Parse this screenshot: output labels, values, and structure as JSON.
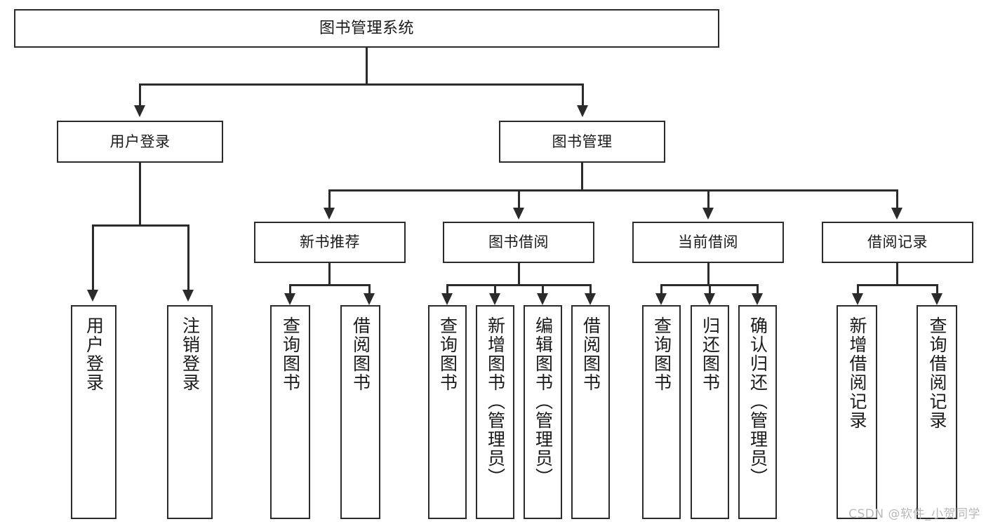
{
  "diagram": {
    "title": "图书管理系统",
    "type": "功能结构图",
    "root": {
      "label": "图书管理系统"
    },
    "level1": [
      {
        "label": "用户登录"
      },
      {
        "label": "图书管理"
      }
    ],
    "level2": [
      {
        "label": "新书推荐"
      },
      {
        "label": "图书借阅"
      },
      {
        "label": "当前借阅"
      },
      {
        "label": "借阅记录"
      }
    ],
    "leaves": {
      "user_login": [
        {
          "label": "用户登录"
        },
        {
          "label": "注销登录"
        }
      ],
      "new_book_recommend": [
        {
          "label": "查询图书"
        },
        {
          "label": "借阅图书"
        }
      ],
      "book_borrow": [
        {
          "label": "查询图书"
        },
        {
          "label": "新增图书（管理员）"
        },
        {
          "label": "编辑图书（管理员）"
        },
        {
          "label": "借阅图书"
        }
      ],
      "current_borrow": [
        {
          "label": "查询图书"
        },
        {
          "label": "归还图书"
        },
        {
          "label": "确认归还（管理员）"
        }
      ],
      "borrow_record": [
        {
          "label": "新增借阅记录"
        },
        {
          "label": "查询借阅记录"
        }
      ]
    }
  },
  "watermark": {
    "text": "CSDN @软件_小贺同学"
  },
  "colors": {
    "stroke": "#2b2b2b",
    "background": "#ffffff",
    "text": "#1a1a1a",
    "watermark": "#b9b9b9"
  }
}
